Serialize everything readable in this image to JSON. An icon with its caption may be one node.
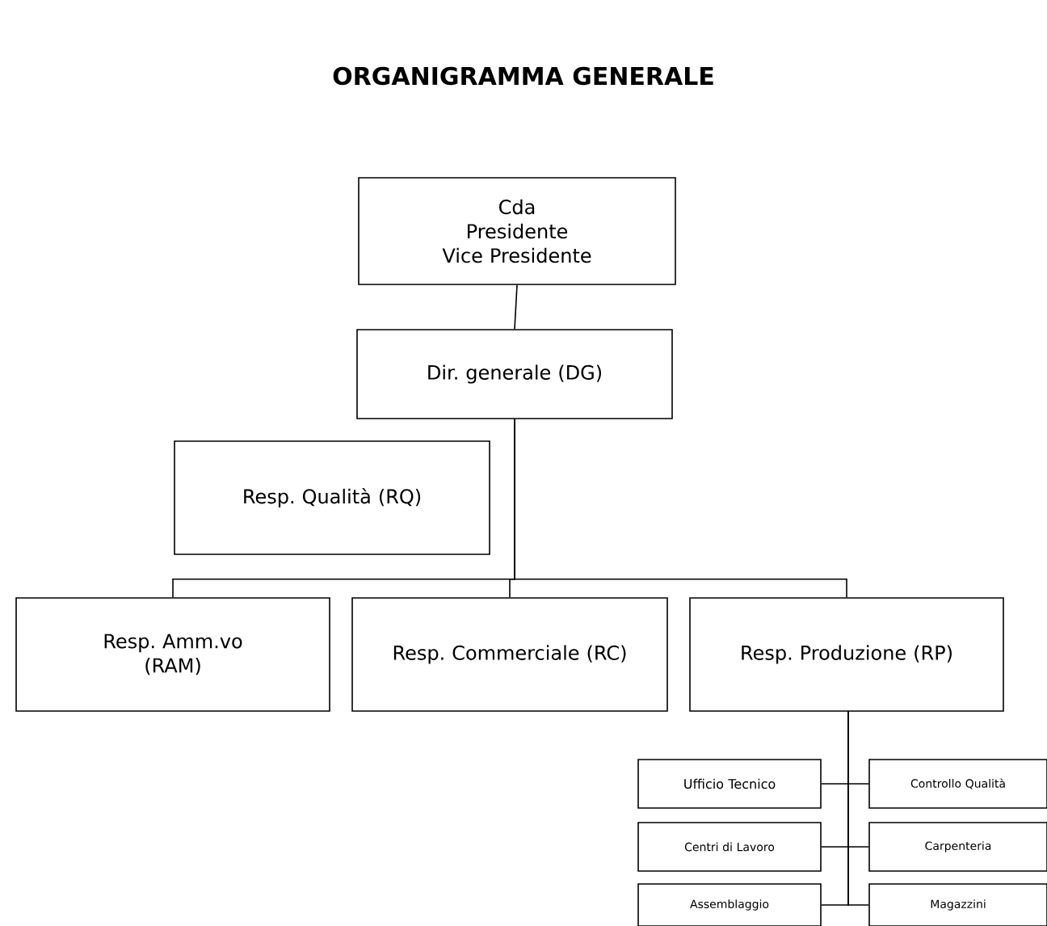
{
  "diagram": {
    "title": "ORGANIGRAMMA GENERALE",
    "nodes": [
      {
        "text": [
          "Cda",
          "Presidente",
          "Vice Presidente"
        ]
      },
      {
        "text": [
          "Dir. generale (DG)"
        ]
      },
      {
        "text": [
          "Resp. Qualità (RQ)"
        ]
      },
      {
        "text": [
          "Resp. Amm.vo (RAM)"
        ]
      },
      {
        "text": [
          "Resp. Commerciale (RC)"
        ]
      },
      {
        "text": [
          "Resp. Produzione (RP)"
        ]
      },
      {
        "text": [
          "Ufficio Tecnico"
        ]
      },
      {
        "text": [
          "Controllo Qualità"
        ]
      },
      {
        "text": [
          "Centri di Lavoro"
        ]
      },
      {
        "text": [
          "Carpenteria"
        ]
      },
      {
        "text": [
          "Assemblaggio"
        ]
      },
      {
        "text": [
          "Magazzini"
        ]
      }
    ],
    "edges": [
      {
        "from": 0,
        "to": 1,
        "arrow": "none"
      },
      {
        "from": 1,
        "to": 3,
        "arrow": "none"
      },
      {
        "from": 1,
        "to": 4,
        "arrow": "none"
      },
      {
        "from": 1,
        "to": 5,
        "arrow": "none"
      },
      {
        "from": 5,
        "to": 6,
        "arrow": "none"
      },
      {
        "from": 5,
        "to": 7,
        "arrow": "none"
      },
      {
        "from": 5,
        "to": 8,
        "arrow": "none"
      },
      {
        "from": 5,
        "to": 9,
        "arrow": "none"
      },
      {
        "from": 5,
        "to": 10,
        "arrow": "none"
      },
      {
        "from": 5,
        "to": 11,
        "arrow": "none"
      }
    ]
  }
}
